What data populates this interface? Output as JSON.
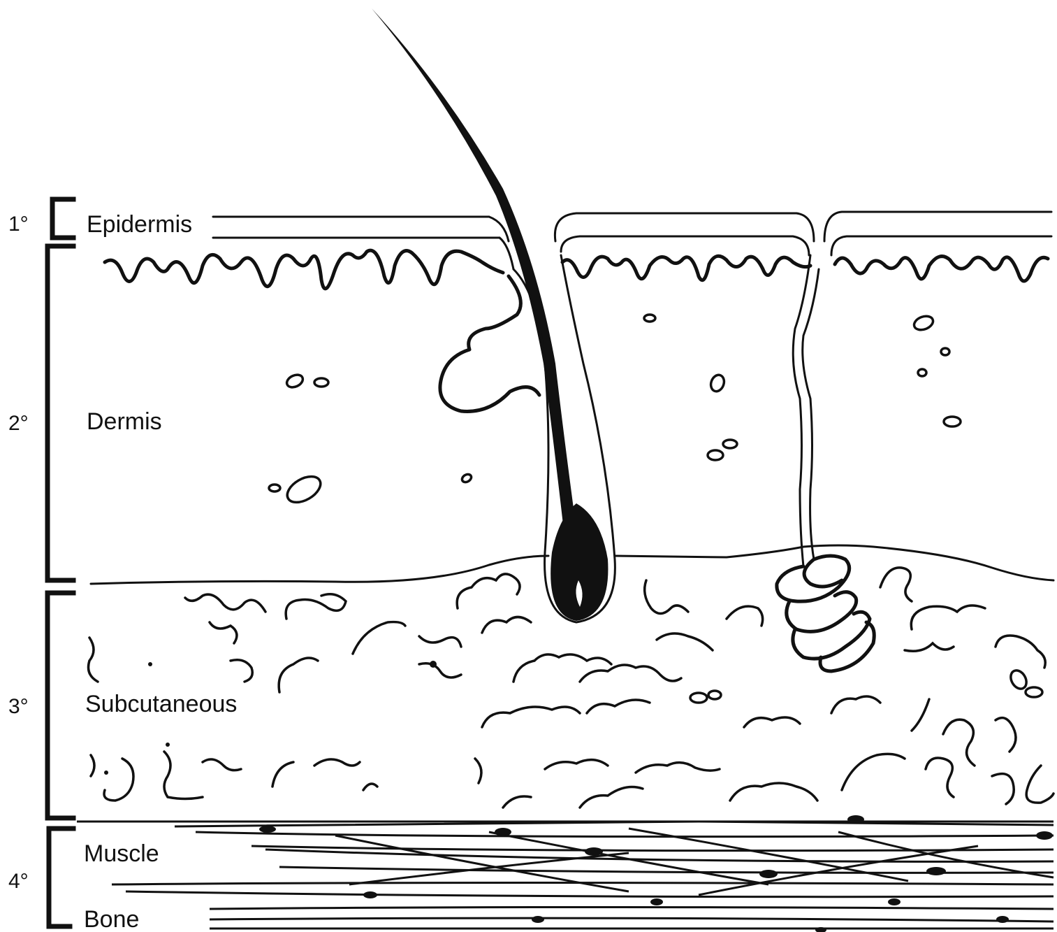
{
  "layers": [
    {
      "degree": "1°",
      "label": "Epidermis"
    },
    {
      "degree": "2°",
      "label": "Dermis"
    },
    {
      "degree": "3°",
      "label": "Subcutaneous"
    },
    {
      "degree": "4°",
      "label": "Muscle"
    }
  ],
  "extra_label": "Bone",
  "colors": {
    "ink": "#111111",
    "background": "#ffffff"
  }
}
